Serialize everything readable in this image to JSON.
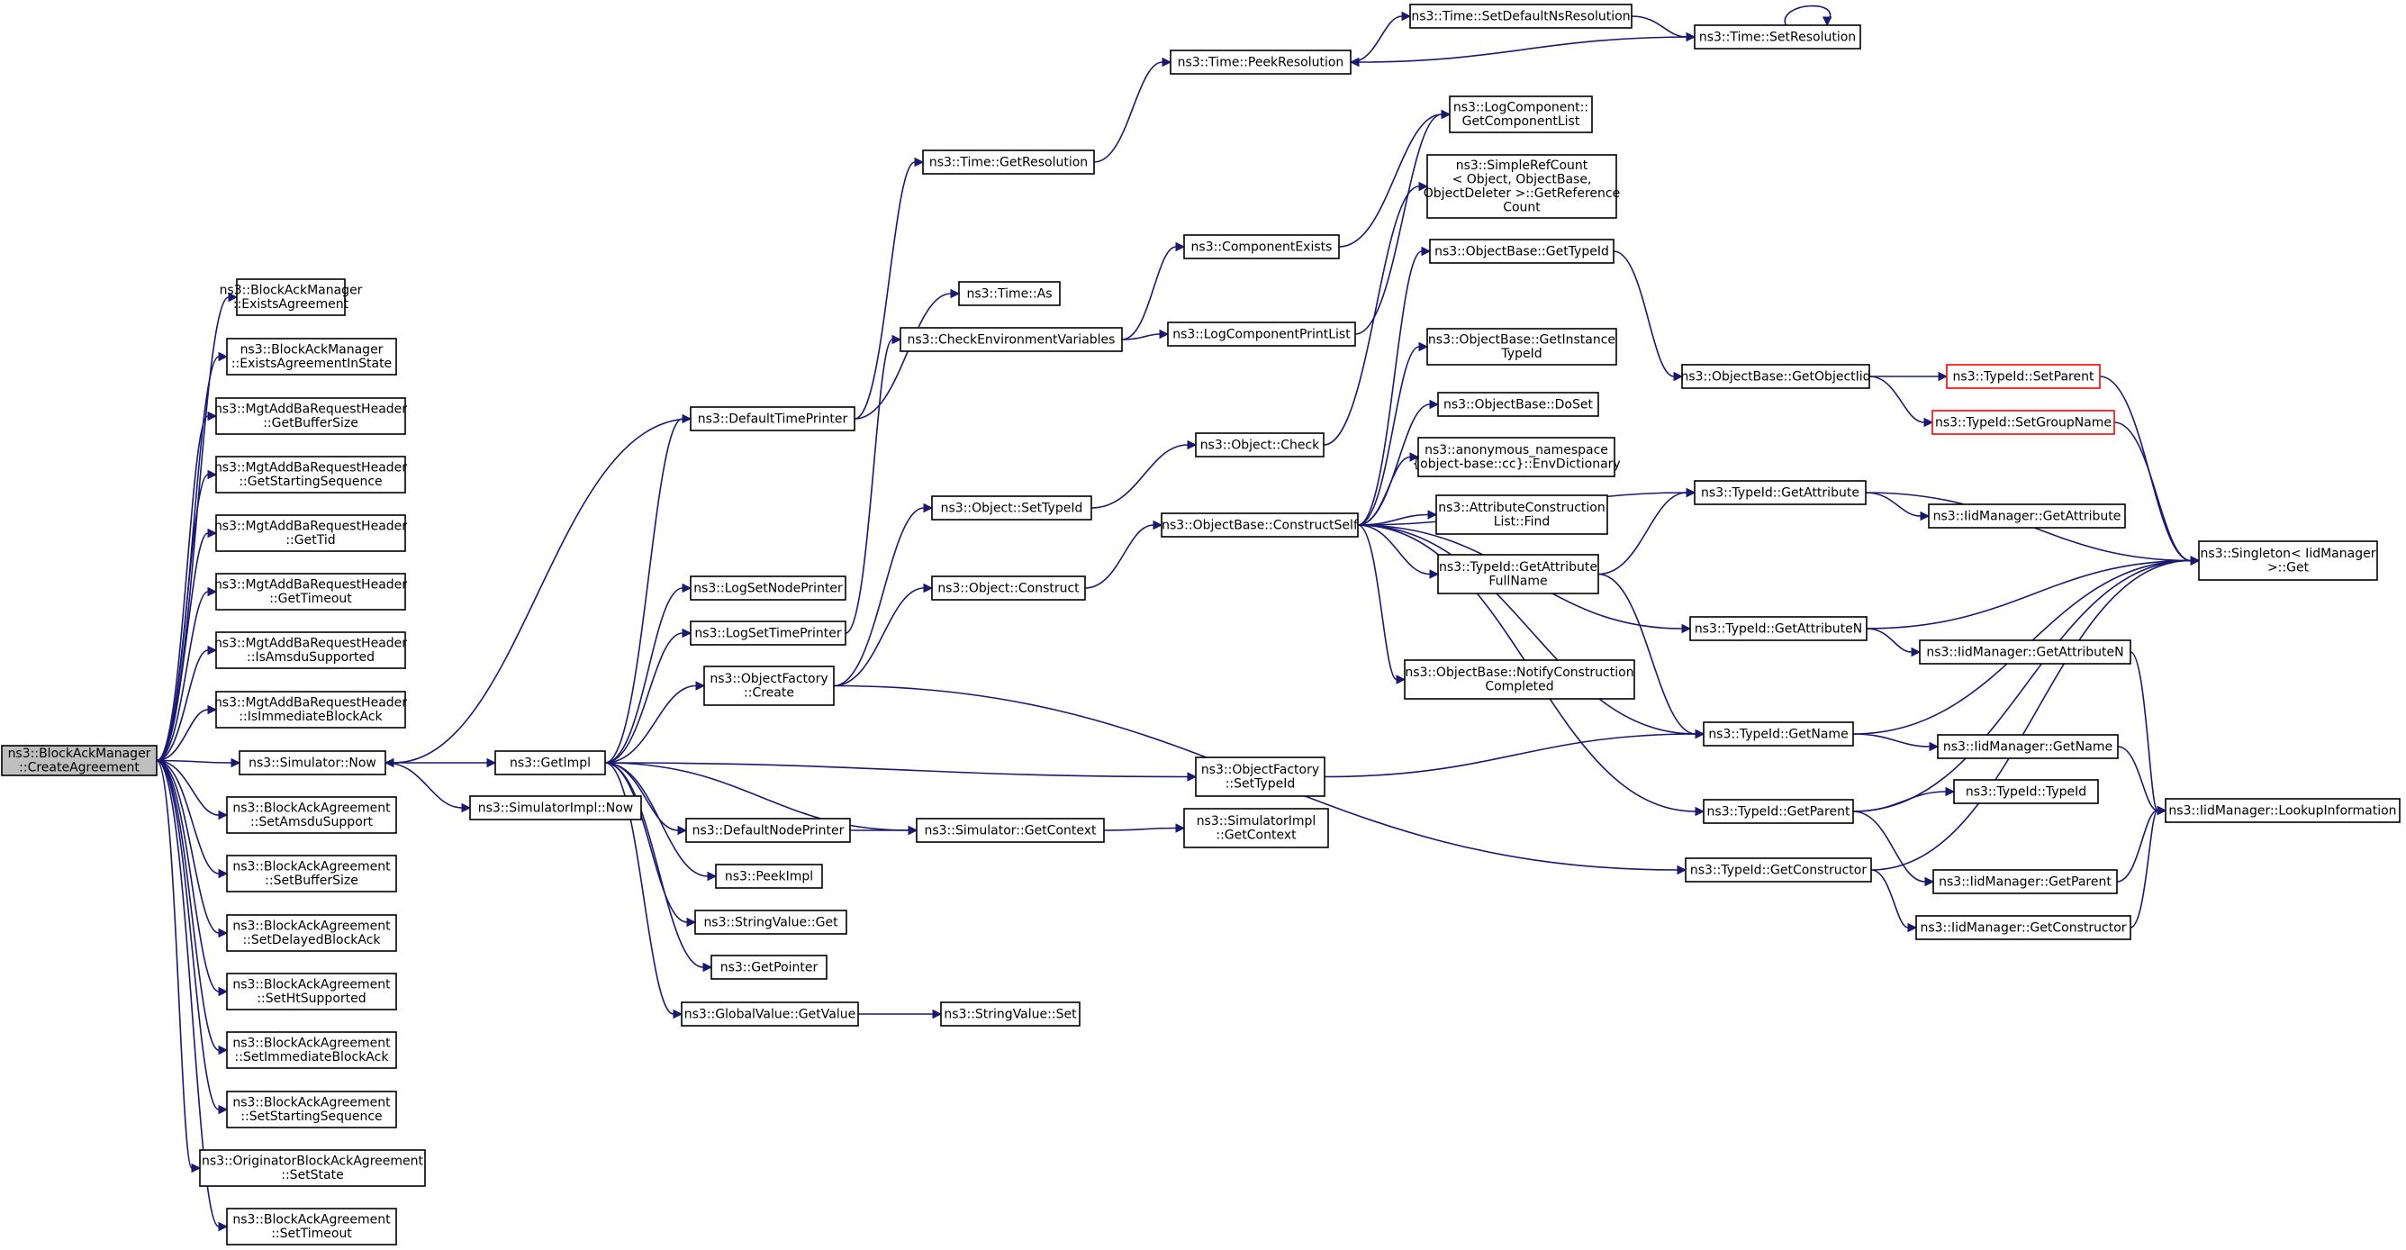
{
  "diagram": {
    "title": "",
    "root": "n0",
    "nodes": [
      {
        "id": "n0",
        "lines": [
          "ns3::BlockAckManager",
          "::CreateAgreement"
        ],
        "root": true
      },
      {
        "id": "n1",
        "lines": [
          "ns3::BlockAckManager",
          "::ExistsAgreement"
        ]
      },
      {
        "id": "n2",
        "lines": [
          "ns3::BlockAckManager",
          "::ExistsAgreementInState"
        ]
      },
      {
        "id": "n3",
        "lines": [
          "ns3::MgtAddBaRequestHeader",
          "::GetBufferSize"
        ]
      },
      {
        "id": "n4",
        "lines": [
          "ns3::MgtAddBaRequestHeader",
          "::GetStartingSequence"
        ]
      },
      {
        "id": "n5",
        "lines": [
          "ns3::MgtAddBaRequestHeader",
          "::GetTid"
        ]
      },
      {
        "id": "n6",
        "lines": [
          "ns3::MgtAddBaRequestHeader",
          "::GetTimeout"
        ]
      },
      {
        "id": "n7",
        "lines": [
          "ns3::MgtAddBaRequestHeader",
          "::IsAmsduSupported"
        ]
      },
      {
        "id": "n8",
        "lines": [
          "ns3::MgtAddBaRequestHeader",
          "::IsImmediateBlockAck"
        ]
      },
      {
        "id": "n9",
        "lines": [
          "ns3::Simulator::Now"
        ]
      },
      {
        "id": "n10",
        "lines": [
          "ns3::BlockAckAgreement",
          "::SetAmsduSupport"
        ]
      },
      {
        "id": "n11",
        "lines": [
          "ns3::BlockAckAgreement",
          "::SetBufferSize"
        ]
      },
      {
        "id": "n12",
        "lines": [
          "ns3::BlockAckAgreement",
          "::SetDelayedBlockAck"
        ]
      },
      {
        "id": "n13",
        "lines": [
          "ns3::BlockAckAgreement",
          "::SetHtSupported"
        ]
      },
      {
        "id": "n14",
        "lines": [
          "ns3::BlockAckAgreement",
          "::SetImmediateBlockAck"
        ]
      },
      {
        "id": "n15",
        "lines": [
          "ns3::BlockAckAgreement",
          "::SetStartingSequence"
        ]
      },
      {
        "id": "n16",
        "lines": [
          "ns3::OriginatorBlockAckAgreement",
          "::SetState"
        ]
      },
      {
        "id": "n17",
        "lines": [
          "ns3::BlockAckAgreement",
          "::SetTimeout"
        ]
      },
      {
        "id": "n18",
        "lines": [
          "ns3::GetImpl"
        ]
      },
      {
        "id": "n19",
        "lines": [
          "ns3::SimulatorImpl::Now"
        ]
      },
      {
        "id": "n20",
        "lines": [
          "ns3::DefaultTimePrinter"
        ]
      },
      {
        "id": "n21",
        "lines": [
          "ns3::LogSetNodePrinter"
        ]
      },
      {
        "id": "n22",
        "lines": [
          "ns3::LogSetTimePrinter"
        ]
      },
      {
        "id": "n23",
        "lines": [
          "ns3::ObjectFactory",
          "::Create"
        ]
      },
      {
        "id": "n24",
        "lines": [
          "ns3::DefaultNodePrinter"
        ]
      },
      {
        "id": "n25",
        "lines": [
          "ns3::PeekImpl"
        ]
      },
      {
        "id": "n26",
        "lines": [
          "ns3::StringValue::Get"
        ]
      },
      {
        "id": "n27",
        "lines": [
          "ns3::GetPointer"
        ]
      },
      {
        "id": "n28",
        "lines": [
          "ns3::GlobalValue::GetValue"
        ]
      },
      {
        "id": "n29",
        "lines": [
          "ns3::Time::GetResolution"
        ]
      },
      {
        "id": "n30",
        "lines": [
          "ns3::Time::As"
        ]
      },
      {
        "id": "n31",
        "lines": [
          "ns3::CheckEnvironmentVariables"
        ]
      },
      {
        "id": "n32",
        "lines": [
          "ns3::Object::SetTypeId"
        ]
      },
      {
        "id": "n33",
        "lines": [
          "ns3::Object::Construct"
        ]
      },
      {
        "id": "n34",
        "lines": [
          "ns3::Simulator::GetContext"
        ]
      },
      {
        "id": "n35",
        "lines": [
          "ns3::StringValue::Set"
        ]
      },
      {
        "id": "n36",
        "lines": [
          "ns3::Time::PeekResolution"
        ]
      },
      {
        "id": "n37",
        "lines": [
          "ns3::ComponentExists"
        ]
      },
      {
        "id": "n38",
        "lines": [
          "ns3::LogComponentPrintList"
        ]
      },
      {
        "id": "n39",
        "lines": [
          "ns3::Object::Check"
        ]
      },
      {
        "id": "n40",
        "lines": [
          "ns3::ObjectBase::ConstructSelf"
        ]
      },
      {
        "id": "n41",
        "lines": [
          "ns3::ObjectFactory",
          "::SetTypeId"
        ]
      },
      {
        "id": "n42",
        "lines": [
          "ns3::SimulatorImpl",
          "::GetContext"
        ]
      },
      {
        "id": "n43",
        "lines": [
          "ns3::Time::SetDefaultNsResolution"
        ]
      },
      {
        "id": "n44",
        "lines": [
          "ns3::LogComponent::",
          "GetComponentList"
        ]
      },
      {
        "id": "n45",
        "lines": [
          "ns3::SimpleRefCount",
          "< Object, ObjectBase,",
          "ObjectDeleter >::GetReference",
          "Count"
        ]
      },
      {
        "id": "n46",
        "lines": [
          "ns3::ObjectBase::GetTypeId"
        ]
      },
      {
        "id": "n47",
        "lines": [
          "ns3::ObjectBase::GetInstance",
          "TypeId"
        ]
      },
      {
        "id": "n48",
        "lines": [
          "ns3::ObjectBase::DoSet"
        ]
      },
      {
        "id": "n49",
        "lines": [
          "ns3::anonymous_namespace",
          "{object-base::cc}::EnvDictionary"
        ]
      },
      {
        "id": "n50",
        "lines": [
          "ns3::AttributeConstruction",
          "List::Find"
        ]
      },
      {
        "id": "n51",
        "lines": [
          "ns3::TypeId::GetAttribute",
          "FullName"
        ]
      },
      {
        "id": "n52",
        "lines": [
          "ns3::ObjectBase::NotifyConstruction",
          "Completed"
        ]
      },
      {
        "id": "n53",
        "lines": [
          "ns3::Time::SetResolution"
        ]
      },
      {
        "id": "n54",
        "lines": [
          "ns3::ObjectBase::GetObjectIid"
        ]
      },
      {
        "id": "n55",
        "lines": [
          "ns3::TypeId::GetAttribute"
        ]
      },
      {
        "id": "n56",
        "lines": [
          "ns3::TypeId::GetAttributeN"
        ]
      },
      {
        "id": "n57",
        "lines": [
          "ns3::TypeId::GetName"
        ]
      },
      {
        "id": "n58",
        "lines": [
          "ns3::TypeId::GetParent"
        ]
      },
      {
        "id": "n59",
        "lines": [
          "ns3::TypeId::GetConstructor"
        ]
      },
      {
        "id": "n60",
        "lines": [
          "ns3::TypeId::SetParent"
        ],
        "truncated": true
      },
      {
        "id": "n61",
        "lines": [
          "ns3::TypeId::SetGroupName"
        ],
        "truncated": true
      },
      {
        "id": "n62",
        "lines": [
          "ns3::IidManager::GetAttribute"
        ]
      },
      {
        "id": "n63",
        "lines": [
          "ns3::IidManager::GetAttributeN"
        ]
      },
      {
        "id": "n64",
        "lines": [
          "ns3::IidManager::GetName"
        ]
      },
      {
        "id": "n65",
        "lines": [
          "ns3::TypeId::TypeId"
        ]
      },
      {
        "id": "n66",
        "lines": [
          "ns3::IidManager::GetParent"
        ]
      },
      {
        "id": "n67",
        "lines": [
          "ns3::IidManager::GetConstructor"
        ]
      },
      {
        "id": "n68",
        "lines": [
          "ns3::Singleton< IidManager",
          " >::Get"
        ]
      },
      {
        "id": "n69",
        "lines": [
          "ns3::IidManager::LookupInformation"
        ]
      }
    ],
    "edges": [
      [
        "n0",
        "n1"
      ],
      [
        "n0",
        "n2"
      ],
      [
        "n0",
        "n3"
      ],
      [
        "n0",
        "n4"
      ],
      [
        "n0",
        "n5"
      ],
      [
        "n0",
        "n6"
      ],
      [
        "n0",
        "n7"
      ],
      [
        "n0",
        "n8"
      ],
      [
        "n0",
        "n9"
      ],
      [
        "n0",
        "n10"
      ],
      [
        "n0",
        "n11"
      ],
      [
        "n0",
        "n12"
      ],
      [
        "n0",
        "n13"
      ],
      [
        "n0",
        "n14"
      ],
      [
        "n0",
        "n15"
      ],
      [
        "n0",
        "n16"
      ],
      [
        "n0",
        "n17"
      ],
      [
        "n9",
        "n18"
      ],
      [
        "n9",
        "n19"
      ],
      [
        "n18",
        "n20"
      ],
      [
        "n18",
        "n21"
      ],
      [
        "n18",
        "n22"
      ],
      [
        "n18",
        "n23"
      ],
      [
        "n18",
        "n41"
      ],
      [
        "n18",
        "n34"
      ],
      [
        "n18",
        "n24"
      ],
      [
        "n18",
        "n25"
      ],
      [
        "n18",
        "n26"
      ],
      [
        "n18",
        "n27"
      ],
      [
        "n18",
        "n28"
      ],
      [
        "n20",
        "n9"
      ],
      [
        "n20",
        "n29"
      ],
      [
        "n20",
        "n30"
      ],
      [
        "n22",
        "n31"
      ],
      [
        "n23",
        "n32"
      ],
      [
        "n23",
        "n33"
      ],
      [
        "n23",
        "n59"
      ],
      [
        "n24",
        "n34"
      ],
      [
        "n34",
        "n42"
      ],
      [
        "n28",
        "n35"
      ],
      [
        "n29",
        "n36"
      ],
      [
        "n36",
        "n43"
      ],
      [
        "n43",
        "n53"
      ],
      [
        "n53",
        "n53"
      ],
      [
        "n53",
        "n36"
      ],
      [
        "n31",
        "n37"
      ],
      [
        "n31",
        "n38"
      ],
      [
        "n37",
        "n44"
      ],
      [
        "n38",
        "n44"
      ],
      [
        "n32",
        "n39"
      ],
      [
        "n39",
        "n45"
      ],
      [
        "n33",
        "n40"
      ],
      [
        "n40",
        "n46"
      ],
      [
        "n40",
        "n47"
      ],
      [
        "n40",
        "n48"
      ],
      [
        "n40",
        "n49"
      ],
      [
        "n40",
        "n50"
      ],
      [
        "n40",
        "n51"
      ],
      [
        "n40",
        "n52"
      ],
      [
        "n40",
        "n55"
      ],
      [
        "n40",
        "n56"
      ],
      [
        "n40",
        "n57"
      ],
      [
        "n40",
        "n58"
      ],
      [
        "n41",
        "n57"
      ],
      [
        "n46",
        "n54"
      ],
      [
        "n54",
        "n60"
      ],
      [
        "n54",
        "n61"
      ],
      [
        "n51",
        "n55"
      ],
      [
        "n51",
        "n57"
      ],
      [
        "n55",
        "n62"
      ],
      [
        "n55",
        "n68"
      ],
      [
        "n56",
        "n68"
      ],
      [
        "n56",
        "n63"
      ],
      [
        "n57",
        "n68"
      ],
      [
        "n57",
        "n64"
      ],
      [
        "n58",
        "n65"
      ],
      [
        "n58",
        "n66"
      ],
      [
        "n58",
        "n68"
      ],
      [
        "n59",
        "n67"
      ],
      [
        "n59",
        "n68"
      ],
      [
        "n60",
        "n68"
      ],
      [
        "n61",
        "n68"
      ],
      [
        "n63",
        "n69"
      ],
      [
        "n64",
        "n69"
      ],
      [
        "n66",
        "n69"
      ],
      [
        "n67",
        "n69"
      ]
    ]
  }
}
